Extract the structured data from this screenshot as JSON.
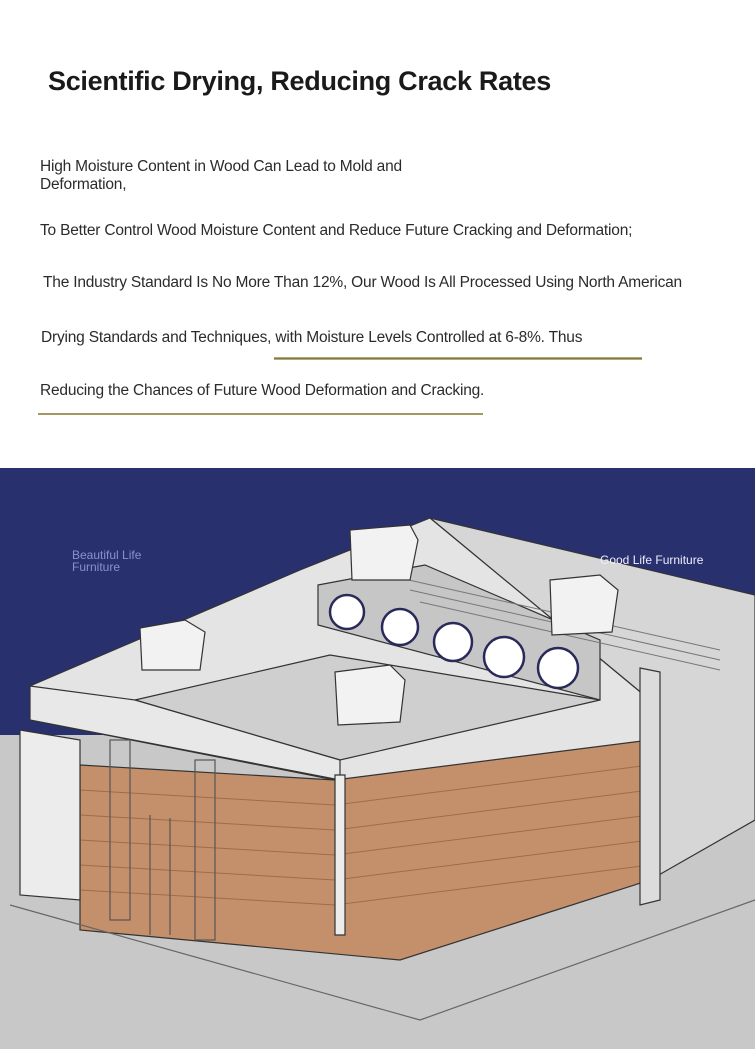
{
  "title": "Scientific Drying, Reducing Crack Rates",
  "paragraphs": [
    "High Moisture Content in Wood Can Lead to Mold and Deformation,",
    "To Better Control Wood Moisture Content and Reduce Future Cracking and Deformation;",
    "The Industry Standard Is No More Than 12%, Our Wood Is All Processed Using North American",
    "Drying Standards and Techniques, with Moisture Levels Controlled at 6-8%. Thus",
    "Reducing the Chances of Future Wood Deformation and Cracking."
  ],
  "watermarks": {
    "left": "Beautiful Life Furniture",
    "right": "Good Life Furniture"
  },
  "colors": {
    "sky": "#29306e",
    "floor": "#c9c9c9",
    "wood": "#c4906b",
    "underline": "#8a7f4a"
  }
}
